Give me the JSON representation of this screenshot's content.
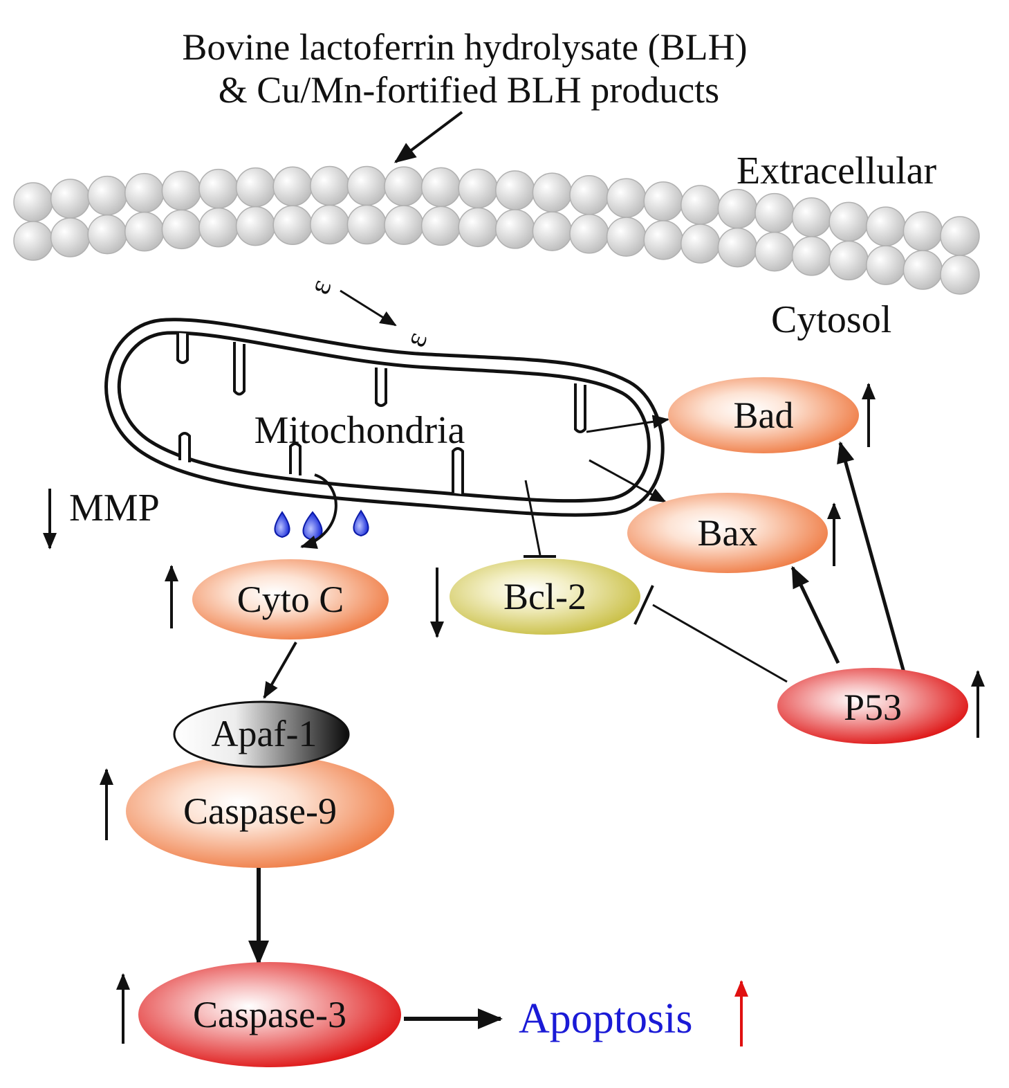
{
  "title_lines": [
    "Bovine lactoferrin hydrolysate (BLH)",
    "& Cu/Mn-fortified BLH products"
  ],
  "regions": {
    "extracellular": "Extracellular",
    "cytosol": "Cytosol"
  },
  "organelle": "Mitochondria",
  "mmp": {
    "label": "MMP",
    "direction": "down"
  },
  "apoptosis": {
    "label": "Apoptosis",
    "direction": "up",
    "color": "#1a1ad6",
    "arrow_color": "#e01010"
  },
  "nodes": {
    "bad": {
      "label": "Bad",
      "direction": "up"
    },
    "bax": {
      "label": "Bax",
      "direction": "up"
    },
    "bcl2": {
      "label": "Bcl-2",
      "direction": "down"
    },
    "cytoc": {
      "label": "Cyto C",
      "direction": "up"
    },
    "apaf1": {
      "label": "Apaf-1"
    },
    "casp9": {
      "label": "Caspase-9",
      "direction": "up"
    },
    "casp3": {
      "label": "Caspase-3",
      "direction": "up"
    },
    "p53": {
      "label": "P53",
      "direction": "up"
    }
  },
  "colors": {
    "orange_node": "#f08c5a",
    "red_node": "#e02020",
    "yellow_node": "#d4cc60",
    "black_node": "#111111",
    "lipid": "#cfcfcf",
    "cyto_c_drop": "#1f2fe0"
  }
}
